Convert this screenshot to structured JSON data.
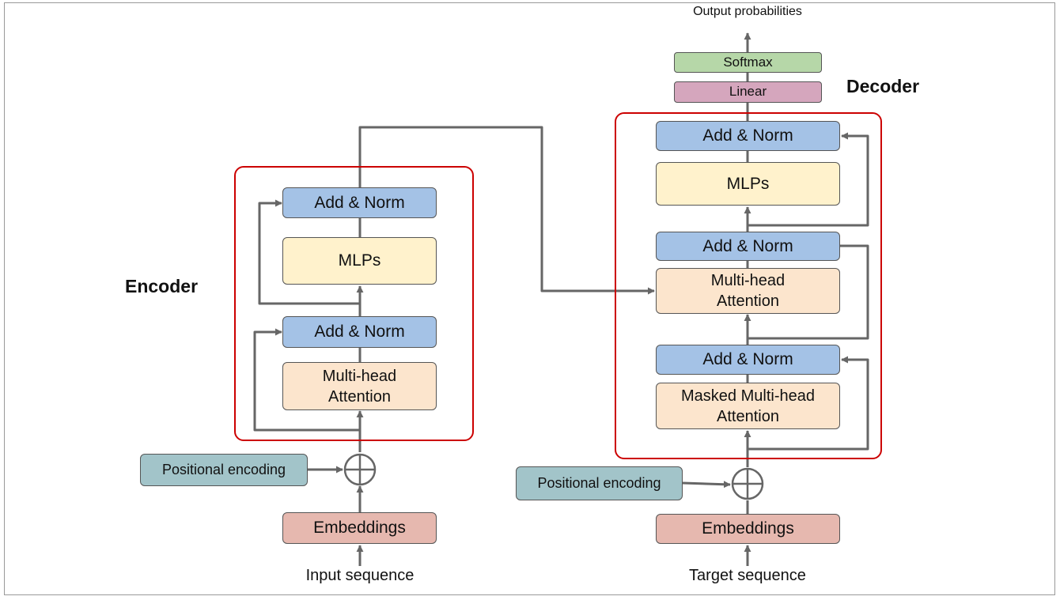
{
  "encoder": {
    "title": "Encoder",
    "add_norm_top": "Add & Norm",
    "mlps": "MLPs",
    "add_norm_bottom": "Add & Norm",
    "attention": "Multi-head\nAttention",
    "positional_encoding": "Positional encoding",
    "embeddings": "Embeddings",
    "input_label": "Input sequence"
  },
  "decoder": {
    "title": "Decoder",
    "add_norm_top": "Add & Norm",
    "mlps": "MLPs",
    "add_norm_middle": "Add & Norm",
    "cross_attention": "Multi-head\nAttention",
    "add_norm_bottom": "Add & Norm",
    "masked_attention": "Masked Multi-head\nAttention",
    "positional_encoding": "Positional encoding",
    "embeddings": "Embeddings",
    "input_label": "Target sequence"
  },
  "head": {
    "linear": "Linear",
    "softmax": "Softmax",
    "output_label": "Output probabilities"
  },
  "colors": {
    "add_norm": "#a4c2e6",
    "mlps": "#fff2cc",
    "attention": "#fce5cd",
    "embeddings": "#e6b8af",
    "positional_encoding": "#a2c4c9",
    "softmax": "#b6d7a8",
    "linear": "#d5a6bd",
    "block_outline": "#cc0000",
    "arrow": "#666666"
  }
}
